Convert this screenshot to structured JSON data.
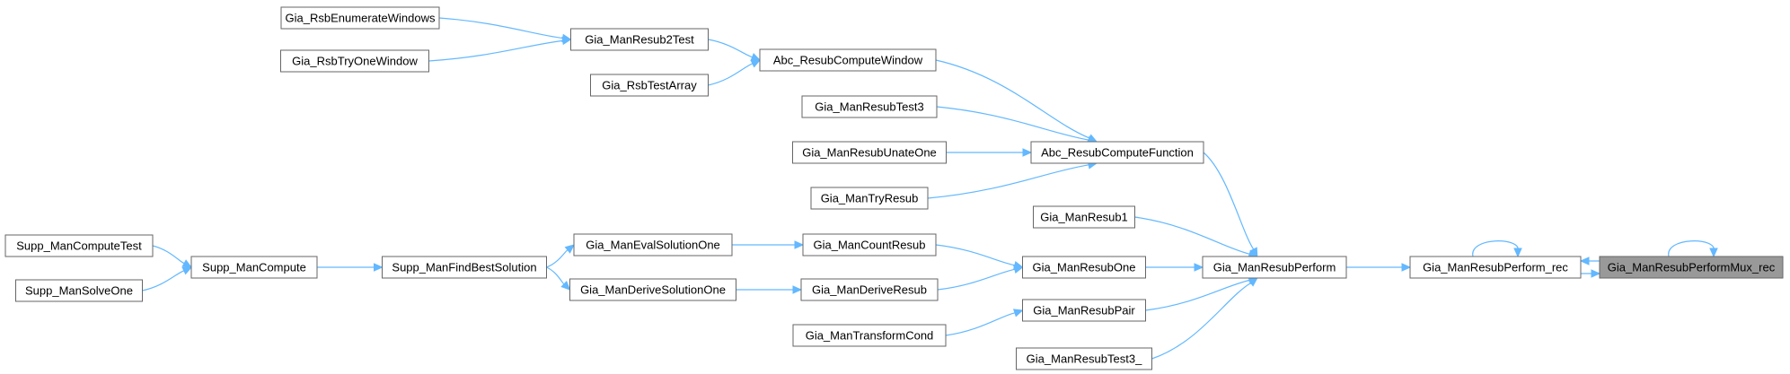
{
  "graph": {
    "colors": {
      "edge": "#63b8ff",
      "node_border": "#666666",
      "current_node_fill": "#999999",
      "background": "#ffffff"
    },
    "nodes": [
      {
        "id": "Gia_RsbEnumerateWindows",
        "label": "Gia_RsbEnumerateWindows"
      },
      {
        "id": "Gia_RsbTryOneWindow",
        "label": "Gia_RsbTryOneWindow"
      },
      {
        "id": "Gia_ManResub2Test",
        "label": "Gia_ManResub2Test"
      },
      {
        "id": "Gia_RsbTestArray",
        "label": "Gia_RsbTestArray"
      },
      {
        "id": "Abc_ResubComputeWindow",
        "label": "Abc_ResubComputeWindow"
      },
      {
        "id": "Gia_ManResubTest3",
        "label": "Gia_ManResubTest3"
      },
      {
        "id": "Gia_ManResubUnateOne",
        "label": "Gia_ManResubUnateOne"
      },
      {
        "id": "Gia_ManTryResub",
        "label": "Gia_ManTryResub"
      },
      {
        "id": "Abc_ResubComputeFunction",
        "label": "Abc_ResubComputeFunction"
      },
      {
        "id": "Gia_ManResub1",
        "label": "Gia_ManResub1"
      },
      {
        "id": "Supp_ManComputeTest",
        "label": "Supp_ManComputeTest"
      },
      {
        "id": "Supp_ManSolveOne",
        "label": "Supp_ManSolveOne"
      },
      {
        "id": "Supp_ManCompute",
        "label": "Supp_ManCompute"
      },
      {
        "id": "Supp_ManFindBestSolution",
        "label": "Supp_ManFindBestSolution"
      },
      {
        "id": "Gia_ManEvalSolutionOne",
        "label": "Gia_ManEvalSolutionOne"
      },
      {
        "id": "Gia_ManDeriveSolutionOne",
        "label": "Gia_ManDeriveSolutionOne"
      },
      {
        "id": "Gia_ManCountResub",
        "label": "Gia_ManCountResub"
      },
      {
        "id": "Gia_ManDeriveResub",
        "label": "Gia_ManDeriveResub"
      },
      {
        "id": "Gia_ManResubOne",
        "label": "Gia_ManResubOne"
      },
      {
        "id": "Gia_ManResubPair",
        "label": "Gia_ManResubPair"
      },
      {
        "id": "Gia_ManTransformCond",
        "label": "Gia_ManTransformCond"
      },
      {
        "id": "Gia_ManResubTest3_",
        "label": "Gia_ManResubTest3_"
      },
      {
        "id": "Gia_ManResubPerform",
        "label": "Gia_ManResubPerform"
      },
      {
        "id": "Gia_ManResubPerform_rec",
        "label": "Gia_ManResubPerform_rec"
      },
      {
        "id": "Gia_ManResubPerformMux_rec",
        "label": "Gia_ManResubPerformMux_rec",
        "current": true
      }
    ],
    "edges": [
      {
        "from": "Gia_RsbEnumerateWindows",
        "to": "Gia_ManResub2Test"
      },
      {
        "from": "Gia_RsbTryOneWindow",
        "to": "Gia_ManResub2Test"
      },
      {
        "from": "Gia_ManResub2Test",
        "to": "Abc_ResubComputeWindow"
      },
      {
        "from": "Gia_RsbTestArray",
        "to": "Abc_ResubComputeWindow"
      },
      {
        "from": "Abc_ResubComputeWindow",
        "to": "Abc_ResubComputeFunction"
      },
      {
        "from": "Gia_ManResubTest3",
        "to": "Abc_ResubComputeFunction"
      },
      {
        "from": "Gia_ManResubUnateOne",
        "to": "Abc_ResubComputeFunction"
      },
      {
        "from": "Gia_ManTryResub",
        "to": "Abc_ResubComputeFunction"
      },
      {
        "from": "Abc_ResubComputeFunction",
        "to": "Gia_ManResubPerform"
      },
      {
        "from": "Gia_ManResub1",
        "to": "Gia_ManResubPerform"
      },
      {
        "from": "Supp_ManComputeTest",
        "to": "Supp_ManCompute"
      },
      {
        "from": "Supp_ManSolveOne",
        "to": "Supp_ManCompute"
      },
      {
        "from": "Supp_ManCompute",
        "to": "Supp_ManFindBestSolution"
      },
      {
        "from": "Supp_ManFindBestSolution",
        "to": "Gia_ManEvalSolutionOne"
      },
      {
        "from": "Supp_ManFindBestSolution",
        "to": "Gia_ManDeriveSolutionOne"
      },
      {
        "from": "Gia_ManEvalSolutionOne",
        "to": "Gia_ManCountResub"
      },
      {
        "from": "Gia_ManDeriveSolutionOne",
        "to": "Gia_ManDeriveResub"
      },
      {
        "from": "Gia_ManCountResub",
        "to": "Gia_ManResubOne"
      },
      {
        "from": "Gia_ManDeriveResub",
        "to": "Gia_ManResubOne"
      },
      {
        "from": "Gia_ManResubOne",
        "to": "Gia_ManResubPerform"
      },
      {
        "from": "Gia_ManTransformCond",
        "to": "Gia_ManResubPair"
      },
      {
        "from": "Gia_ManResubPair",
        "to": "Gia_ManResubPerform"
      },
      {
        "from": "Gia_ManResubTest3_",
        "to": "Gia_ManResubPerform"
      },
      {
        "from": "Gia_ManResubPerform",
        "to": "Gia_ManResubPerform_rec"
      },
      {
        "from": "Gia_ManResubPerform_rec",
        "to": "Gia_ManResubPerform_rec"
      },
      {
        "from": "Gia_ManResubPerform_rec",
        "to": "Gia_ManResubPerformMux_rec"
      },
      {
        "from": "Gia_ManResubPerformMux_rec",
        "to": "Gia_ManResubPerform_rec"
      },
      {
        "from": "Gia_ManResubPerformMux_rec",
        "to": "Gia_ManResubPerformMux_rec"
      }
    ]
  }
}
